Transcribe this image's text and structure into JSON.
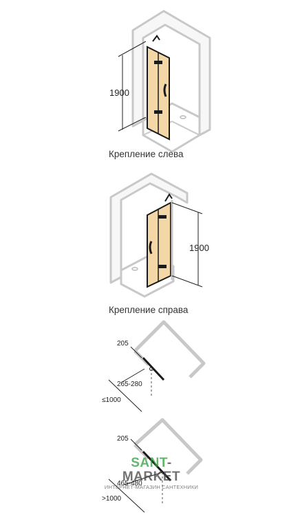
{
  "diagrams": {
    "left_mount": {
      "height_label": "1900",
      "caption": "Крепление слева"
    },
    "right_mount": {
      "height_label": "1900",
      "caption": "Крепление справа"
    },
    "plan_small": {
      "depth_label": "205",
      "offset_label": "265-280",
      "width_label": "≤1000"
    },
    "plan_large": {
      "depth_label": "205",
      "offset_label": "465-480",
      "width_label": ">1000"
    }
  },
  "watermark": {
    "brand_left": "SANT",
    "brand_sep": "-",
    "brand_right": "MARKET",
    "tagline": "ИНТЕРНЕТ-МАГАЗИН САНТЕХНИКИ"
  },
  "colors": {
    "wall": "#c8c8c8",
    "glass": "#f3d7a6",
    "frame": "#1a1a1a",
    "brand_green": "#2e9e3a",
    "brand_dark": "#444444"
  }
}
